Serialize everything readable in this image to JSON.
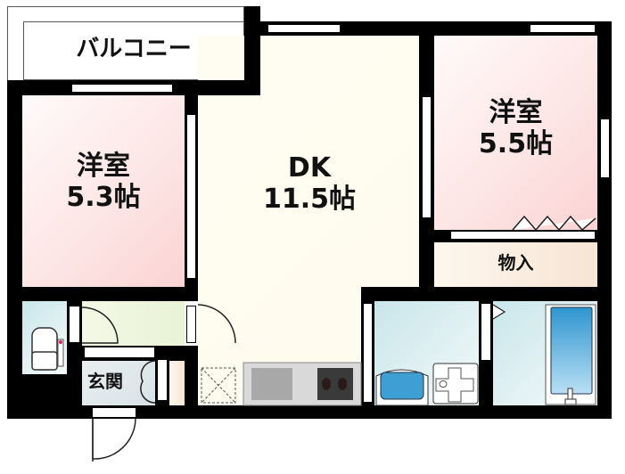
{
  "floor_plan": {
    "rooms": {
      "balcony": {
        "label": "バルコニー"
      },
      "western_room_left": {
        "label": "洋室\n5.3帖",
        "type": "洋室",
        "size": "5.3帖"
      },
      "dining_kitchen": {
        "label": "DK\n11.5帖",
        "type": "DK",
        "size": "11.5帖"
      },
      "western_room_right": {
        "label": "洋室\n5.5帖",
        "type": "洋室",
        "size": "5.5帖"
      },
      "storage": {
        "label": "物入"
      },
      "entrance": {
        "label": "玄関"
      },
      "toilet": {
        "label": ""
      },
      "washroom": {
        "label": ""
      },
      "bathroom": {
        "label": ""
      }
    },
    "colors": {
      "wall": "#000000",
      "western_room": "#fbd8d8",
      "dk": "#fffbef",
      "wet_area": "#cfe8ec",
      "hallway": "#edf5dc",
      "storage": "#f9e8da",
      "bathtub": "#3d9fd4"
    }
  }
}
